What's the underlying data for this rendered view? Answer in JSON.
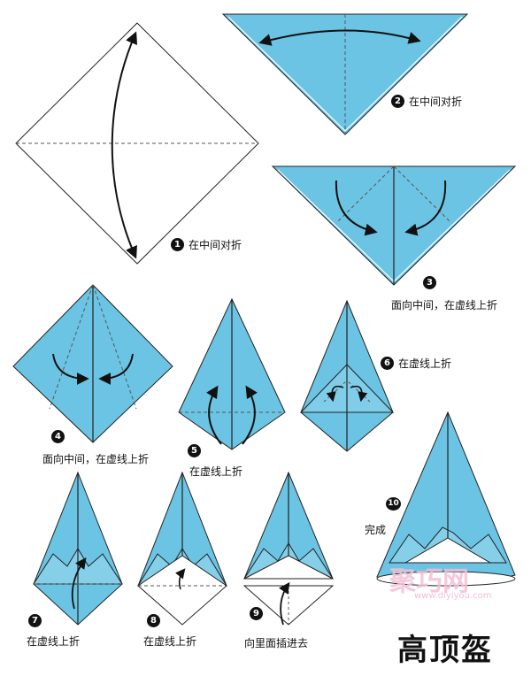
{
  "title": "高顶盔",
  "watermark": {
    "brand": "聚巧网",
    "url": "www.diyiyou.com"
  },
  "steps": [
    {
      "num": "1",
      "text": "在中间对折"
    },
    {
      "num": "2",
      "text": "在中间对折"
    },
    {
      "num": "3",
      "text": "面向中间，在虚线上折"
    },
    {
      "num": "4",
      "text": "面向中间，在虚线上折"
    },
    {
      "num": "5",
      "text": "在虚线上折"
    },
    {
      "num": "6",
      "text": "在虚线上折"
    },
    {
      "num": "7",
      "text": "在虚线上折"
    },
    {
      "num": "8",
      "text": "在虚线上折"
    },
    {
      "num": "9",
      "text": "向里面插进去"
    },
    {
      "num": "10",
      "text": "完成"
    }
  ],
  "colors": {
    "paper_blue": "#6cc4e4",
    "paper_white": "#ffffff",
    "line": "#222222"
  }
}
